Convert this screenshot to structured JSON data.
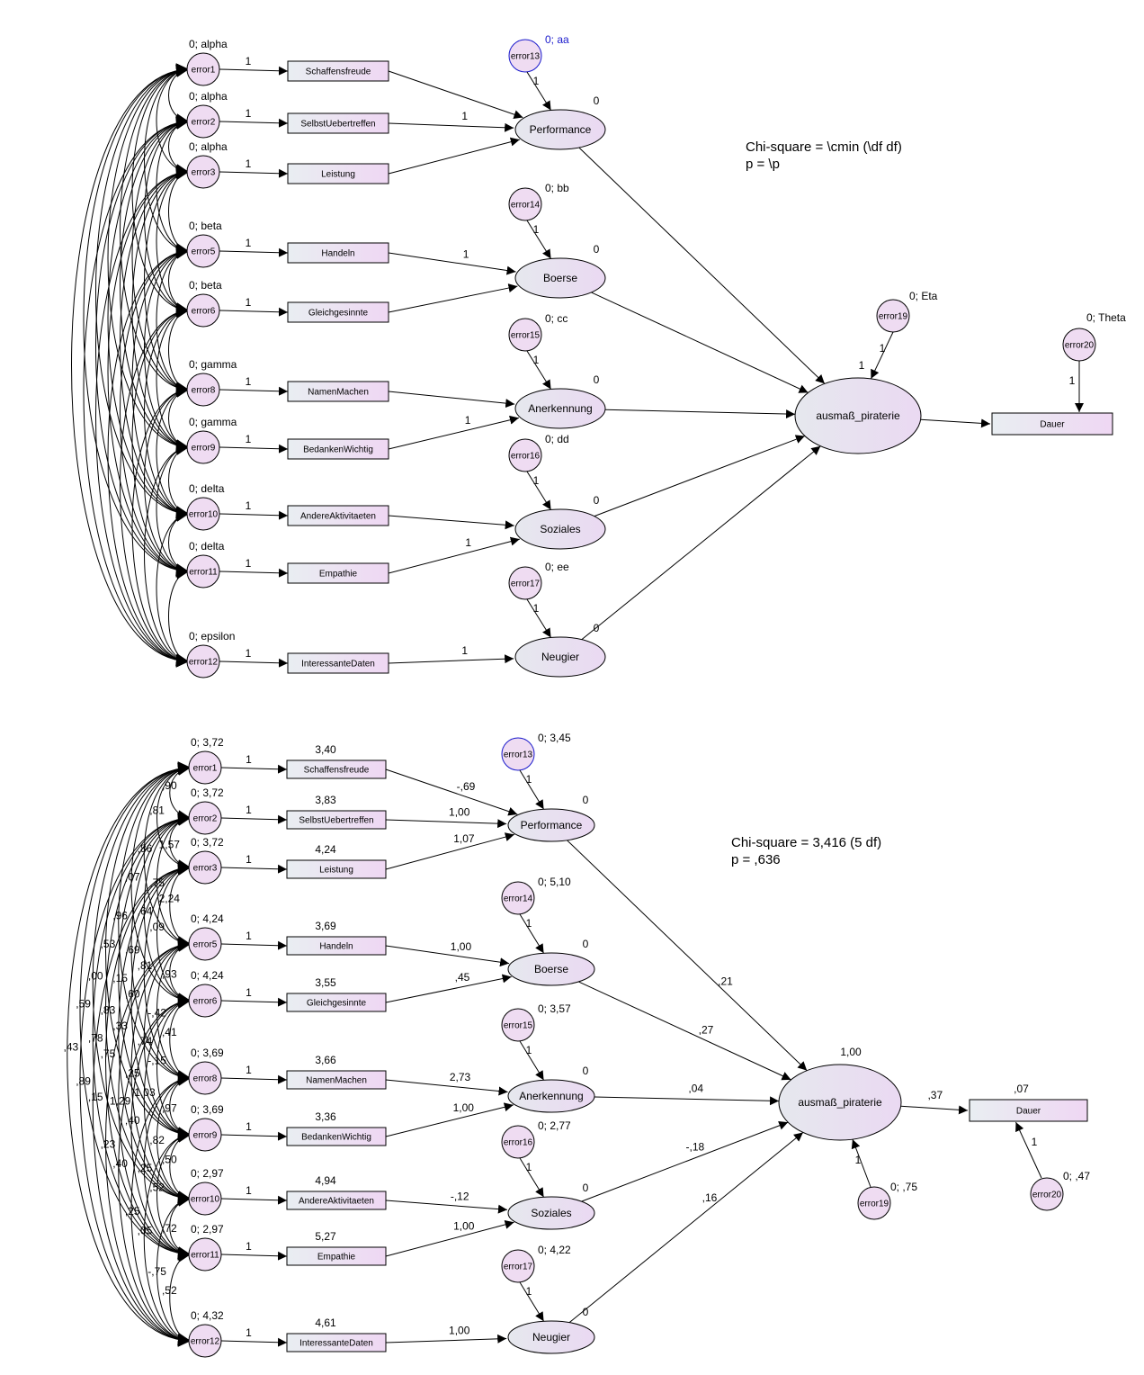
{
  "colors": {
    "box_fill_left": "#e9eef2",
    "box_fill_right": "#efd7f3",
    "circle_fill": "#efdcf2",
    "ellipse_fill": "#ead9f2",
    "highlight_border": "#1a1acc",
    "highlight_text": "#1a1acc"
  },
  "top": {
    "observed": [
      {
        "name": "Schaffensfreude",
        "error": "error1",
        "error_label": "0; alpha",
        "path_label": "1",
        "load": ""
      },
      {
        "name": "SelbstUebertreffen",
        "error": "error2",
        "error_label": "0; alpha",
        "path_label": "1",
        "load": "1"
      },
      {
        "name": "Leistung",
        "error": "error3",
        "error_label": "0; alpha",
        "path_label": "1",
        "load": ""
      },
      {
        "name": "Handeln",
        "error": "error5",
        "error_label": "0; beta",
        "path_label": "1",
        "load": "1"
      },
      {
        "name": "Gleichgesinnte",
        "error": "error6",
        "error_label": "0; beta",
        "path_label": "1",
        "load": ""
      },
      {
        "name": "NamenMachen",
        "error": "error8",
        "error_label": "0; gamma",
        "path_label": "1",
        "load": ""
      },
      {
        "name": "BedankenWichtig",
        "error": "error9",
        "error_label": "0; gamma",
        "path_label": "1",
        "load": "1"
      },
      {
        "name": "AndereAktivitaeten",
        "error": "error10",
        "error_label": "0; delta",
        "path_label": "1",
        "load": ""
      },
      {
        "name": "Empathie",
        "error": "error11",
        "error_label": "0; delta",
        "path_label": "1",
        "load": "1"
      },
      {
        "name": "InteressanteDaten",
        "error": "error12",
        "error_label": "0; epsilon",
        "path_label": "1",
        "load": "1"
      }
    ],
    "latent": [
      {
        "name": "Performance",
        "error": "error13",
        "error_label": "0; aa",
        "path_label": "1",
        "intercept": "0"
      },
      {
        "name": "Boerse",
        "error": "error14",
        "error_label": "0; bb",
        "path_label": "1",
        "intercept": "0"
      },
      {
        "name": "Anerkennung",
        "error": "error15",
        "error_label": "0; cc",
        "path_label": "1",
        "intercept": "0"
      },
      {
        "name": "Soziales",
        "error": "error16",
        "error_label": "0; dd",
        "path_label": "1",
        "intercept": "0"
      },
      {
        "name": "Neugier",
        "error": "error17",
        "error_label": "0; ee",
        "path_label": "1",
        "intercept": "0"
      }
    ],
    "outcome": {
      "name": "ausmaß_piraterie",
      "error": "error19",
      "error_label": "0; Eta",
      "path_label": "1",
      "intercept": "1"
    },
    "dauer": {
      "name": "Dauer",
      "error": "error20",
      "error_label": "0; Theta",
      "path_label": "1"
    },
    "chi_line1": "Chi-square = \\cmin (\\df df)",
    "chi_line2": "p = \\p"
  },
  "bottom": {
    "observed": [
      {
        "name": "Schaffensfreude",
        "error": "error1",
        "error_label": "0; 3,72",
        "path_label": "1",
        "mean": "3,40",
        "load": "-,69"
      },
      {
        "name": "SelbstUebertreffen",
        "error": "error2",
        "error_label": "0; 3,72",
        "path_label": "1",
        "mean": "3,83",
        "load": "1,00"
      },
      {
        "name": "Leistung",
        "error": "error3",
        "error_label": "0; 3,72",
        "path_label": "1",
        "mean": "4,24",
        "load": "1,07"
      },
      {
        "name": "Handeln",
        "error": "error5",
        "error_label": "0; 4,24",
        "path_label": "1",
        "mean": "3,69",
        "load": "1,00"
      },
      {
        "name": "Gleichgesinnte",
        "error": "error6",
        "error_label": "0; 4,24",
        "path_label": "1",
        "mean": "3,55",
        "load": ",45"
      },
      {
        "name": "NamenMachen",
        "error": "error8",
        "error_label": "0; 3,69",
        "path_label": "1",
        "mean": "3,66",
        "load": "2,73"
      },
      {
        "name": "BedankenWichtig",
        "error": "error9",
        "error_label": "0; 3,69",
        "path_label": "1",
        "mean": "3,36",
        "load": "1,00"
      },
      {
        "name": "AndereAktivitaeten",
        "error": "error10",
        "error_label": "0; 2,97",
        "path_label": "1",
        "mean": "4,94",
        "load": "-,12"
      },
      {
        "name": "Empathie",
        "error": "error11",
        "error_label": "0; 2,97",
        "path_label": "1",
        "mean": "5,27",
        "load": "1,00"
      },
      {
        "name": "InteressanteDaten",
        "error": "error12",
        "error_label": "0; 4,32",
        "path_label": "1",
        "mean": "4,61",
        "load": "1,00"
      }
    ],
    "latent": [
      {
        "name": "Performance",
        "error": "error13",
        "error_label": "0; 3,45",
        "path_label": "1",
        "intercept": "0",
        "coef": ",21"
      },
      {
        "name": "Boerse",
        "error": "error14",
        "error_label": "0; 5,10",
        "path_label": "1",
        "intercept": "0",
        "coef": ",27"
      },
      {
        "name": "Anerkennung",
        "error": "error15",
        "error_label": "0; 3,57",
        "path_label": "1",
        "intercept": "0",
        "coef": ",04"
      },
      {
        "name": "Soziales",
        "error": "error16",
        "error_label": "0; 2,77",
        "path_label": "1",
        "intercept": "0",
        "coef": "-,18"
      },
      {
        "name": "Neugier",
        "error": "error17",
        "error_label": "0; 4,22",
        "path_label": "1",
        "intercept": "0",
        "coef": ",16"
      }
    ],
    "outcome": {
      "name": "ausmaß_piraterie",
      "error": "error19",
      "error_label": "0; ,75",
      "path_label": "1",
      "intercept": "1,00"
    },
    "dauer": {
      "name": "Dauer",
      "error": "error20",
      "error_label": "0; ,47",
      "path_label": "1",
      "intercept": ",07",
      "coef": ",37"
    },
    "chi_line1": "Chi-square = 3,416 (5 df)",
    "chi_line2": "p = ,636",
    "cov_labels": [
      ",90",
      "1,57",
      "2,24",
      ",93",
      ",41",
      ",97",
      ",50",
      ",72",
      ",52",
      ",81",
      ",75",
      ",09",
      "-,42",
      "-,15",
      ",82",
      ",52",
      "-,75",
      ",86",
      ",64",
      ",81",
      ",74",
      "1,03",
      ",25",
      ",05",
      ",07",
      ",69",
      ",60",
      ",25",
      ",40",
      ",25",
      ",96",
      ",15",
      ",33",
      "1,29",
      ",40",
      ",53",
      ",83",
      ",75",
      ",23",
      ",00",
      ",78",
      ",15",
      ",59",
      ",89",
      ",43"
    ]
  }
}
